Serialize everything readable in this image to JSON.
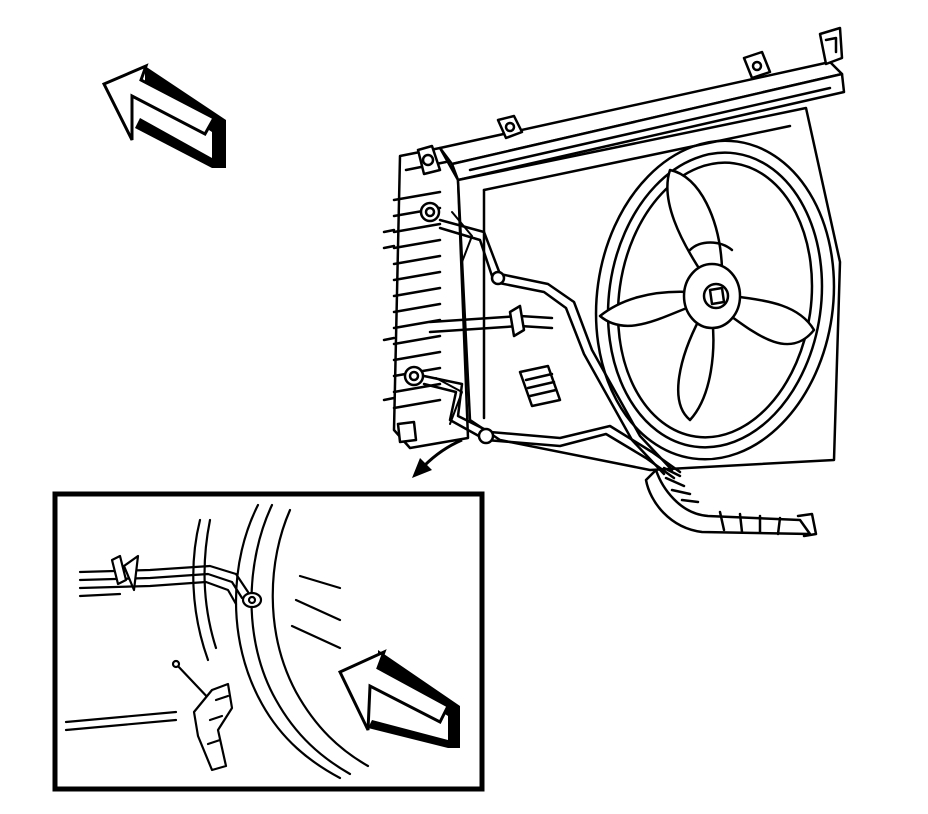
{
  "figure": {
    "background": "#ffffff",
    "line_color": "#000000",
    "icons": [
      "direction-arrow-icon",
      "rotate-arrow-icon",
      "direction-arrow-icon"
    ],
    "parts": [
      "radiator-assembly",
      "cooling-fan-shroud",
      "cooling-fan",
      "transmission-oil-cooler-lines",
      "cooler-line-retainer-clip",
      "detail-inset"
    ]
  }
}
